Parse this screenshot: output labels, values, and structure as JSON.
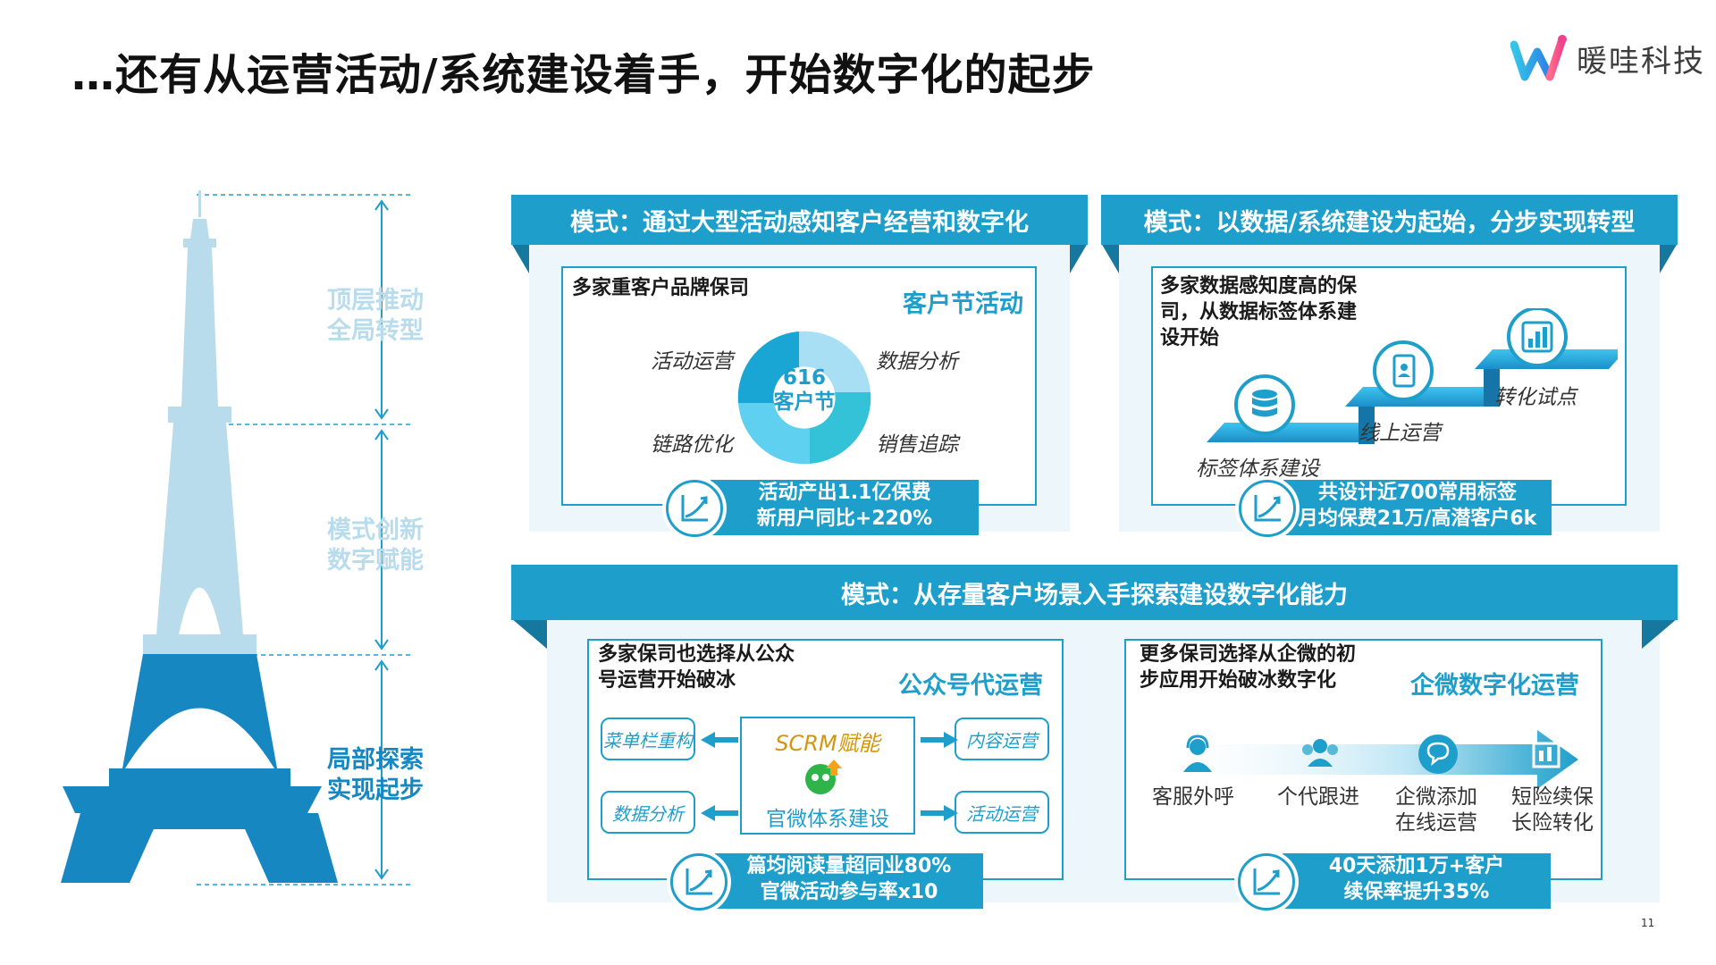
{
  "title": "…还有从运营活动/系统建设着手，开始数字化的起步",
  "logo": {
    "text": "暖哇科技"
  },
  "tower": {
    "levels": [
      {
        "label_line1": "顶层推动",
        "label_line2": "全局转型"
      },
      {
        "label_line1": "模式创新",
        "label_line2": "数字赋能"
      },
      {
        "label_line1": "局部探索",
        "label_line2": "实现起步"
      }
    ]
  },
  "panel1": {
    "header": "模式：通过大型活动感知客户经营和数字化",
    "box_title": "多家重客户品牌保司",
    "accent": "客户节活动",
    "cycle_center_line1": "616",
    "cycle_center_line2": "客户节",
    "labels": [
      "活动运营",
      "数据分析",
      "链路优化",
      "销售追踪"
    ],
    "result_line1": "活动产出1.1亿保费",
    "result_line2": "新用户同比+220%"
  },
  "panel2": {
    "header": "模式：以数据/系统建设为起始，分步实现转型",
    "box_title_line1": "多家数据感知度高的保",
    "box_title_line2": "司，从数据标签体系建",
    "box_title_line3": "设开始",
    "steps": [
      "标签体系建设",
      "线上运营",
      "转化试点"
    ],
    "result_line1": "共设计近700常用标签",
    "result_line2": "月均保费21万/高潜客户6k"
  },
  "panel3": {
    "header": "模式：从存量客户场景入手探索建设数字化能力",
    "left": {
      "box_title_line1": "多家保司也选择从公众",
      "box_title_line2": "号运营开始破冰",
      "accent": "公众号代运营",
      "center_top": "SCRM赋能",
      "center_bottom": "官微体系建设",
      "left_items": [
        "菜单栏重构",
        "数据分析"
      ],
      "right_items": [
        "内容运营",
        "活动运营"
      ],
      "result_line1": "篇均阅读量超同业80%",
      "result_line2": "官微活动参与率x10"
    },
    "right": {
      "box_title_line1": "更多保司选择从企微的初",
      "box_title_line2": "步应用开始破冰数字化",
      "accent": "企微数字化运营",
      "flow": [
        {
          "line1": "客服外呼",
          "line2": ""
        },
        {
          "line1": "个代跟进",
          "line2": ""
        },
        {
          "line1": "企微添加",
          "line2": "在线运营"
        },
        {
          "line1": "短险续保",
          "line2": "长险转化"
        }
      ],
      "result_line1": "40天添加1万+客户",
      "result_line2": "续保率提升35%"
    }
  },
  "page_number": "11",
  "colors": {
    "accent": "#1e9fcb",
    "light": "#b9dcec",
    "dark": "#1787c2"
  }
}
